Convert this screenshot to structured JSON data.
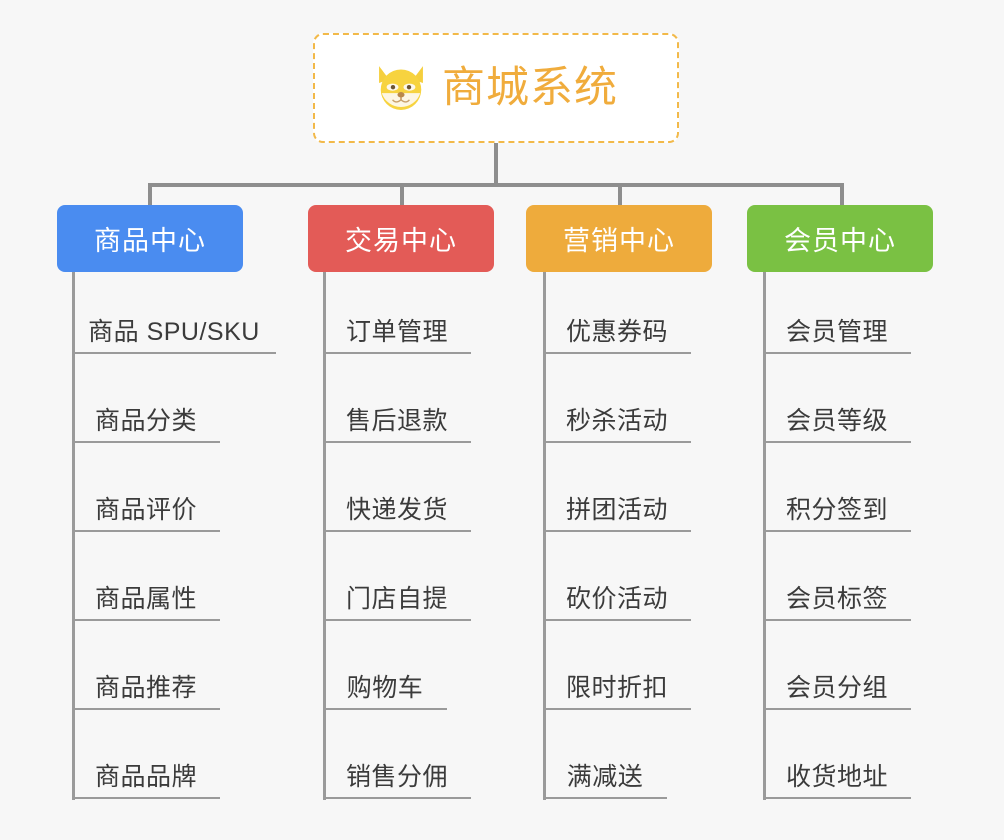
{
  "diagram": {
    "type": "mindmap-tree",
    "background_color": "#f7f7f7",
    "connector_color": "#8e8e8e",
    "root": {
      "title": "商城系统",
      "icon": "shiba-dog-face-icon",
      "text_color": "#f0ac3c",
      "border_color": "#f2b949",
      "background_color": "#ffffff"
    },
    "branches": [
      {
        "label": "商品中心",
        "color": "#4a8cf0",
        "items": [
          "商品 SPU/SKU",
          "商品分类",
          "商品评价",
          "商品属性",
          "商品推荐",
          "商品品牌"
        ]
      },
      {
        "label": "交易中心",
        "color": "#e35b57",
        "items": [
          "订单管理",
          "售后退款",
          "快递发货",
          "门店自提",
          "购物车",
          "销售分佣"
        ]
      },
      {
        "label": "营销中心",
        "color": "#eeab3c",
        "items": [
          "优惠券码",
          "秒杀活动",
          "拼团活动",
          "砍价活动",
          "限时折扣",
          "满减送"
        ]
      },
      {
        "label": "会员中心",
        "color": "#7ac143",
        "items": [
          "会员管理",
          "会员等级",
          "积分签到",
          "会员标签",
          "会员分组",
          "收货地址"
        ]
      }
    ]
  }
}
